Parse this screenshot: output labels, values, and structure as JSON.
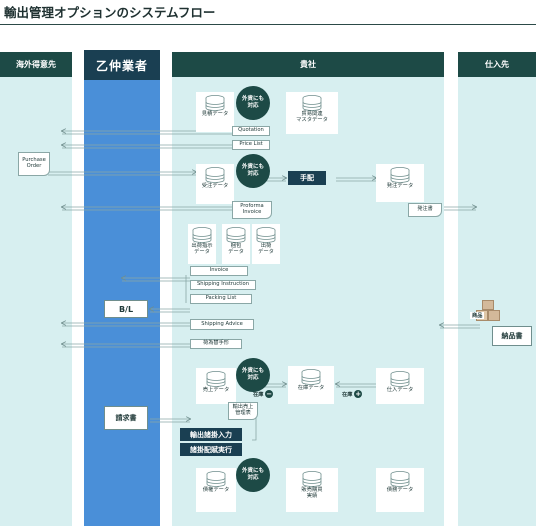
{
  "title": "輸出管理オプションのシステムフロー",
  "lanes": {
    "overseas": "海外得意先",
    "forwarder": "乙仲業者",
    "company": "貴社",
    "supplier": "仕入先"
  },
  "badges": {
    "foreign_currency": "外貨にも\n対応"
  },
  "databases": {
    "estimate": "見積データ",
    "trade_master": "貿易関連\nマスタデータ",
    "order": "受注データ",
    "purchase_order_data": "発注データ",
    "shipping_instruction": "出荷指示\nデータ",
    "packing": "梱包\nデータ",
    "shipment": "出荷\nデータ",
    "sales": "売上データ",
    "inventory": "在庫データ",
    "purchase": "仕入データ",
    "receivable": "債権データ",
    "sales_result": "販売購買\n実績",
    "payable": "債務データ"
  },
  "documents": {
    "quotation": "Quotation",
    "price_list": "Price List",
    "purchase_order": "Purchase\nOrder",
    "proforma": "Proforma\nInvoice",
    "hacchusho": "発注書",
    "invoice": "Invoice",
    "shipping_instruction": "Shipping Instruction",
    "packing_list": "Packing List",
    "bl": "B/L",
    "shipping_advice": "Shipping Advice",
    "bill_of_exchange": "荷為替手形",
    "nohinsho": "納品書",
    "seikyusho": "請求書",
    "export_sales_ledger": "輸出売上\n管理表"
  },
  "actions": {
    "tehai": "手配",
    "export_input": "輸出諸掛入力",
    "charge_allocation": "諸掛配賦実行"
  },
  "labels": {
    "stock_out": "在庫",
    "stock_in": "在庫",
    "goods": "商品"
  }
}
